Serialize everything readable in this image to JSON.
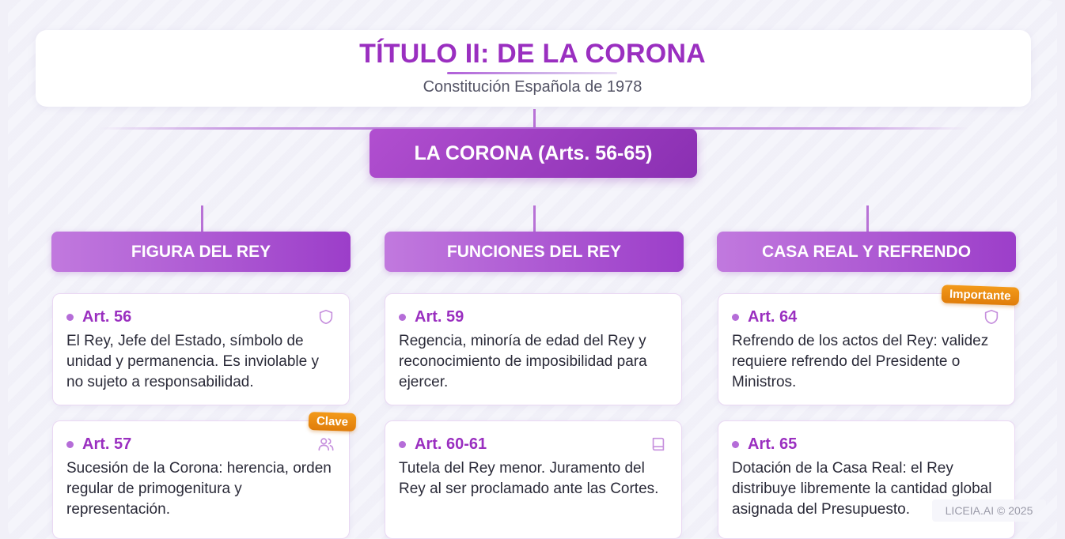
{
  "header": {
    "title": "TÍTULO II: DE LA CORONA",
    "subtitle": "Constitución Española de 1978"
  },
  "root": {
    "label": "LA CORONA (Arts. 56-65)"
  },
  "columns": [
    {
      "label": "FIGURA DEL REY",
      "cards": [
        {
          "article": "Art. 56",
          "text": "El Rey, Jefe del Estado, símbolo de unidad y permanencia. Es inviolable y no sujeto a responsabilidad.",
          "icon": "shield-icon",
          "badge": ""
        },
        {
          "article": "Art. 57",
          "text": "Sucesión de la Corona: herencia, orden regular de primogenitura y representación.",
          "icon": "users-icon",
          "badge": "Clave"
        }
      ]
    },
    {
      "label": "FUNCIONES DEL REY",
      "cards": [
        {
          "article": "Art. 59",
          "text": "Regencia, minoría de edad del Rey y reconocimiento de imposibilidad para ejercer.",
          "icon": "",
          "badge": ""
        },
        {
          "article": "Art. 60-61",
          "text": "Tutela del Rey menor. Juramento del Rey al ser proclamado ante las Cortes.",
          "icon": "book-icon",
          "badge": ""
        }
      ]
    },
    {
      "label": "CASA REAL Y REFRENDO",
      "cards": [
        {
          "article": "Art. 64",
          "text": "Refrendo de los actos del Rey: validez requiere refrendo del Presidente o Ministros.",
          "icon": "shield-icon",
          "badge": "Importante"
        },
        {
          "article": "Art. 65",
          "text": "Dotación de la Casa Real: el Rey distribuye libremente la cantidad global asignada del Presupuesto.",
          "icon": "",
          "badge": ""
        }
      ]
    }
  ],
  "footer": {
    "credit": "LICEIA.AI © 2025"
  },
  "colors": {
    "accent": "#9a2fc0",
    "header_gradient_start": "#c179de",
    "header_gradient_end": "#9c3ec9",
    "badge": "#ee8c12",
    "text": "#2a2a38"
  }
}
